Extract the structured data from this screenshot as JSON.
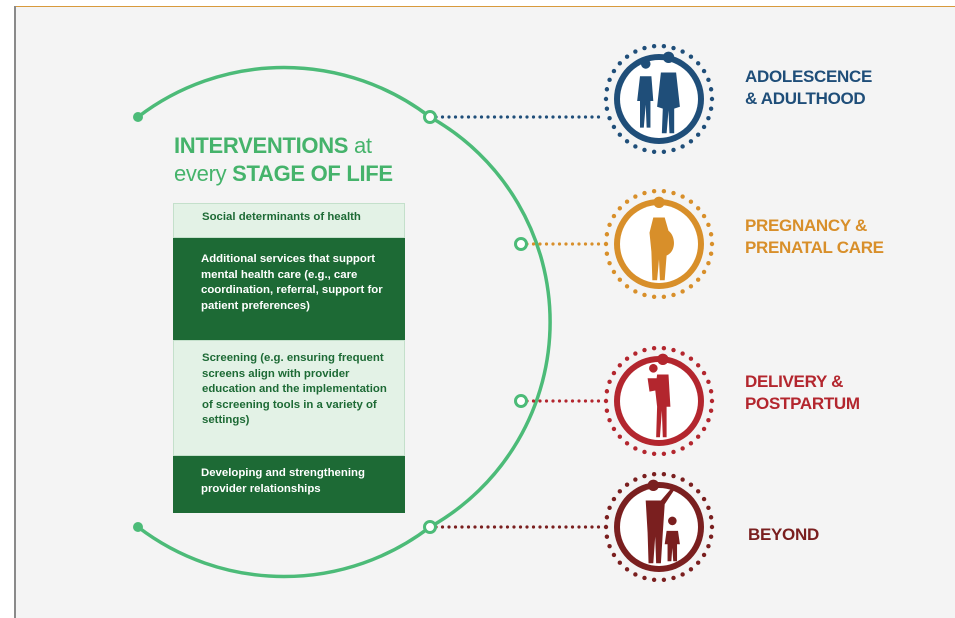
{
  "headline": {
    "bold_1": "INTERVENTIONS",
    "thin_1": " at",
    "thin_2": "every ",
    "bold_2": "STAGE OF LIFE"
  },
  "interventions": [
    {
      "text": "Social determinants of health",
      "style": "light"
    },
    {
      "text": "Additional services that support mental health care (e.g., care coordination, referral, support for patient preferences)",
      "style": "dark"
    },
    {
      "text": "Screening (e.g. ensuring frequent screens align with provider education and the implementation of screening tools in a variety of settings)",
      "style": "light"
    },
    {
      "text": "Developing and strengthening provider relationships",
      "style": "dark"
    }
  ],
  "stages": [
    {
      "line1": "ADOLESCENCE",
      "line2": "& ADULTHOOD",
      "color": "#1f4e79",
      "icon": "adolescent-and-adult-figures-icon"
    },
    {
      "line1": "PREGNANCY &",
      "line2": "PRENATAL CARE",
      "color": "#d88f2a",
      "icon": "pregnant-woman-icon"
    },
    {
      "line1": "DELIVERY &",
      "line2": "POSTPARTUM",
      "color": "#b3262e",
      "icon": "mother-holding-baby-icon"
    },
    {
      "line1": "BEYOND",
      "line2": "",
      "color": "#7a1f1f",
      "icon": "parent-and-child-icon"
    }
  ],
  "colors": {
    "arc": "#4cbb78",
    "dark_green": "#1d6a35",
    "light_green": "#e3f2e6"
  }
}
